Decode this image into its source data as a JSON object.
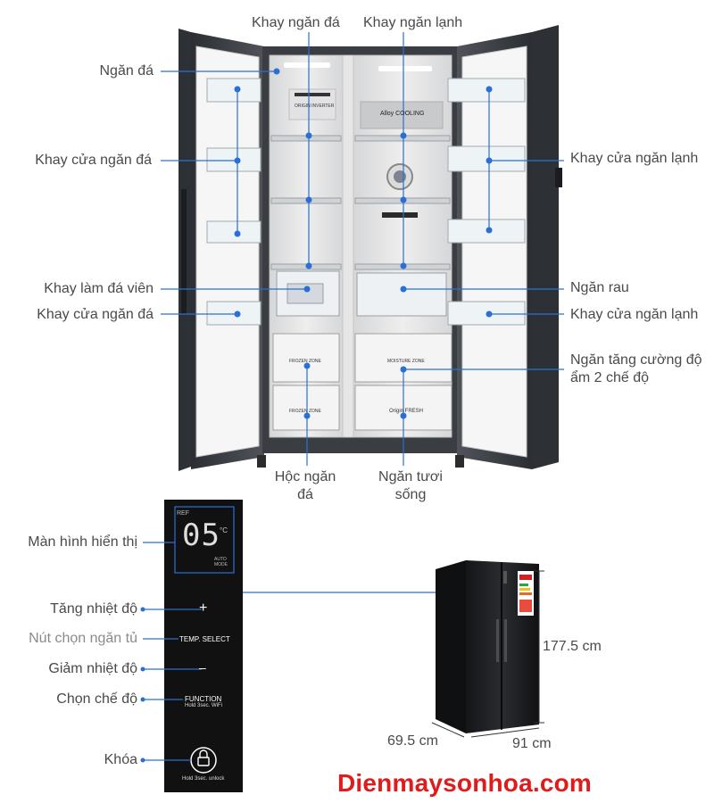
{
  "labels": {
    "khay_ngan_da_top": "Khay ngăn đá",
    "khay_ngan_lanh_top": "Khay ngăn lạnh",
    "ngan_da": "Ngăn đá",
    "khay_cua_ngan_da_1": "Khay cửa ngăn đá",
    "khay_lam_da_vien": "Khay làm đá viên",
    "khay_cua_ngan_da_2": "Khay cửa ngăn đá",
    "khay_cua_ngan_lanh_1": "Khay cửa ngăn lạnh",
    "ngan_rau": "Ngăn rau",
    "khay_cua_ngan_lanh_2": "Khay cửa ngăn lạnh",
    "ngan_tang_cuong": "Ngăn tăng cường độ ẩm 2 chế độ",
    "hoc_ngan_da": "Hộc ngăn đá",
    "ngan_tuoi_song": "Ngăn tươi sống",
    "man_hinh": "Màn hình hiển thị",
    "tang_nhiet_do": "Tăng nhiệt độ",
    "nut_chon_ngan_tu": "Nút chọn ngăn tủ",
    "giam_nhiet_do": "Giảm nhiệt độ",
    "chon_che_do": "Chọn chế độ",
    "khoa": "Khóa"
  },
  "interior_text": {
    "origin_inverter": "ORIGIN INVERTER",
    "alloy_cooling": "Alloy COOLING",
    "frozen_zone_1": "FROZEN ZONE",
    "frozen_zone_2": "FROZEN ZONE",
    "moisture_zone": "MOISTURE ZONE",
    "origin_fresh": "Origin FRESH"
  },
  "panel": {
    "ref": "REF",
    "display_digits": "05",
    "unit": "°C",
    "mode_text": "AUTO MODE",
    "plus": "+",
    "temp_select": "TEMP. SELECT",
    "minus": "–",
    "function": "FUNCTION",
    "function_sub": "Hold 3sec. WiFi",
    "lock_sub": "Hold 3sec. unlock"
  },
  "dimensions": {
    "height": "177.5 cm",
    "depth": "69.5 cm",
    "width": "91 cm"
  },
  "brand": "Dienmaysonhoa.com",
  "colors": {
    "label_line": "#2a6fd6",
    "dot": "#2a6fd6",
    "brand_red": "#e01b1b",
    "fridge_body": "#3a3d42",
    "panel_bg": "#111111"
  }
}
